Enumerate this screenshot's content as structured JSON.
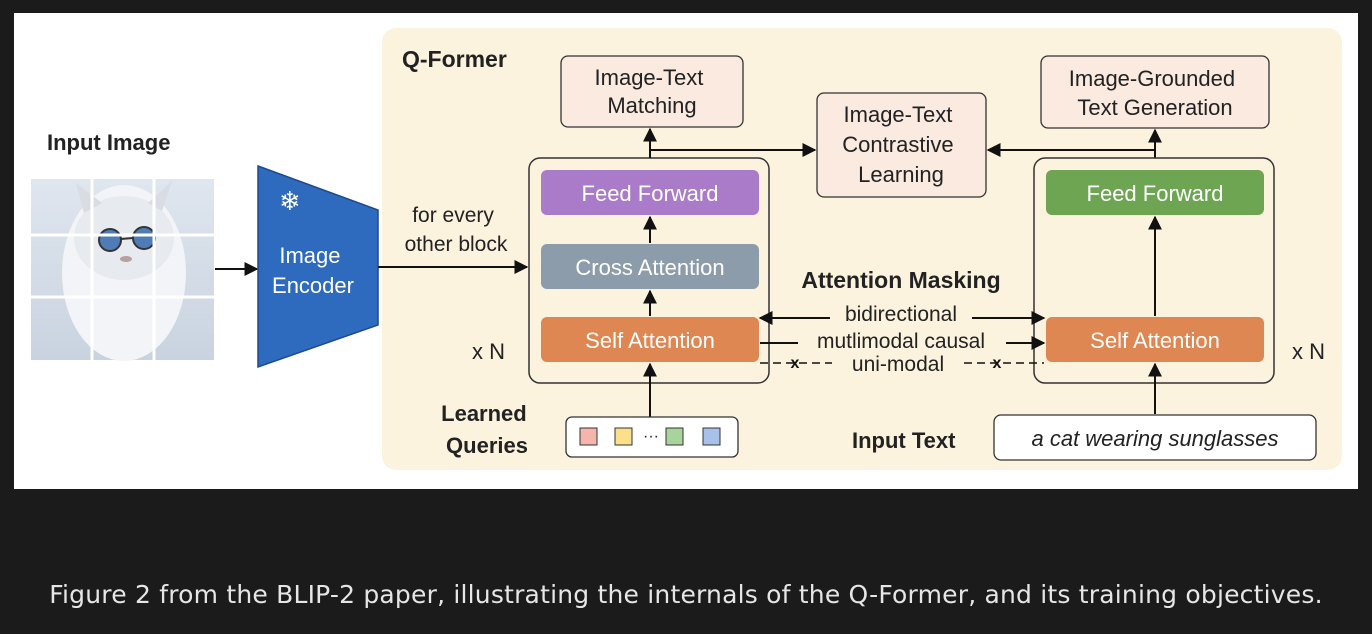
{
  "diagram": {
    "qformer_title": "Q-Former",
    "input_image_label": "Input Image",
    "image_encoder_label": [
      "Image",
      "Encoder"
    ],
    "frozen_icon": "snowflake-icon",
    "every_block_label": [
      "for every",
      "other block"
    ],
    "repeat_label": "x N",
    "itm_label": [
      "Image-Text",
      "Matching"
    ],
    "itc_label": [
      "Image-Text",
      "Contrastive",
      "Learning"
    ],
    "itg_label": [
      "Image-Grounded",
      "Text Generation"
    ],
    "feed_forward_label": "Feed Forward",
    "cross_attention_label": "Cross Attention",
    "self_attention_label": "Self Attention",
    "attention_masking_title": "Attention Masking",
    "mask_bidirectional": "bidirectional",
    "mask_multimodal": "mutlimodal causal",
    "mask_unimodal": "uni-modal",
    "mask_cross": "x",
    "ellipsis": "···",
    "learned_queries_label": [
      "Learned",
      "Queries"
    ],
    "input_text_label": "Input Text",
    "input_text_value": "a cat wearing sunglasses",
    "colors": {
      "qformer_bg": "#fcf3de",
      "feed_forward_left": "#a97bc8",
      "feed_forward_right": "#6da553",
      "cross_attention": "#8d9cab",
      "self_attention": "#de8752",
      "objective_box": "#faeae0",
      "encoder": "#2e6bbe",
      "query_tokens": [
        "#f4b5ad",
        "#fbe08a",
        "#a7d49b",
        "#a9c1ea"
      ]
    }
  },
  "caption": "Figure 2 from the BLIP-2 paper, illustrating the internals of the Q-Former, and its training objectives."
}
